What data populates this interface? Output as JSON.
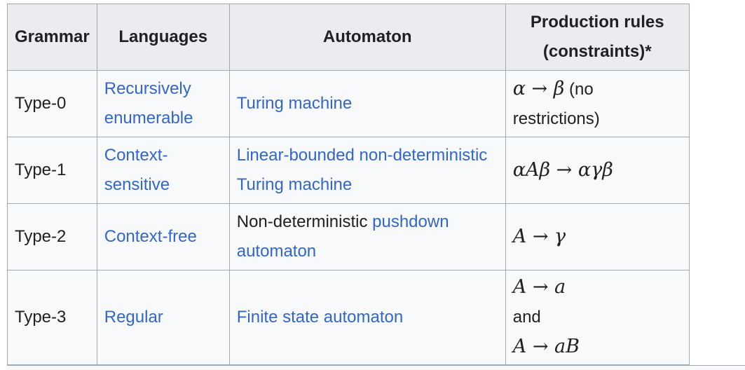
{
  "headers": [
    "Grammar",
    "Languages",
    "Automaton",
    "Production rules (constraints)*"
  ],
  "rows": [
    {
      "grammar": "Type-0",
      "language": "Recursively enumerable",
      "automaton": "Turing machine",
      "rule": "α → β",
      "rule_note": "(no restrictions)"
    },
    {
      "grammar": "Type-1",
      "language": "Context-sensitive",
      "automaton": "Linear-bounded non-deterministic Turing machine",
      "rule": "αAβ → αγβ"
    },
    {
      "grammar": "Type-2",
      "language": "Context-free",
      "automaton_prefix": "Non-deterministic",
      "automaton": "pushdown automaton",
      "rule": "A → γ"
    },
    {
      "grammar": "Type-3",
      "language": "Regular",
      "automaton": "Finite state automaton",
      "rule": "A → a",
      "rule_joiner": "and",
      "rule2": "A → aB"
    }
  ],
  "colors": {
    "link": "#3366cc",
    "text": "#202122",
    "header_bg": "#eaecf0",
    "cell_bg": "#f8f9fa",
    "border": "#a2a9b1"
  }
}
